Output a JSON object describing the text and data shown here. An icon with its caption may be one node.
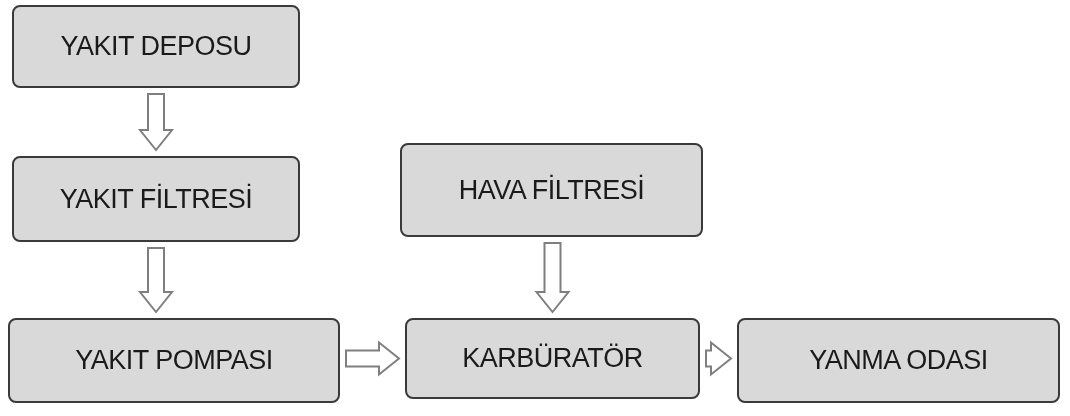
{
  "diagram": {
    "nodes": [
      {
        "text": [
          "YAKIT DEPOSU"
        ]
      },
      {
        "text": [
          "YAKIT FİLTRESİ"
        ]
      },
      {
        "text": [
          "HAVA FİLTRESİ"
        ]
      },
      {
        "text": [
          "YAKIT POMPASI"
        ]
      },
      {
        "text": [
          "KARBÜRATÖR"
        ]
      },
      {
        "text": [
          "YANMA ODASI"
        ]
      }
    ],
    "edges": [
      {
        "from": 0,
        "to": 1,
        "arrow": "to"
      },
      {
        "from": 1,
        "to": 3,
        "arrow": "to"
      },
      {
        "from": 2,
        "to": 4,
        "arrow": "to"
      },
      {
        "from": 3,
        "to": 4,
        "arrow": "to"
      },
      {
        "from": 4,
        "to": 5,
        "arrow": "to"
      }
    ]
  }
}
